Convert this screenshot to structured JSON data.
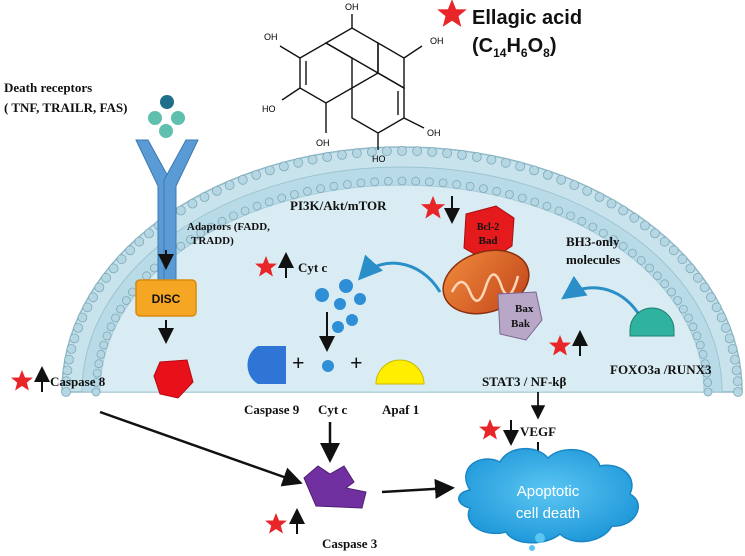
{
  "compound": {
    "name": "Ellagic acid",
    "formula_prefix": "(C",
    "formula_sub1": "14",
    "formula_mid1": "H",
    "formula_sub2": "6",
    "formula_mid2": "O",
    "formula_sub3": "8",
    "formula_suffix": ")",
    "oh": "OH",
    "ho": "HO"
  },
  "extrinsic": {
    "receptors_title": "Death receptors",
    "receptors_list": "( TNF, TRAILR,  FAS)",
    "adaptors_line1": "Adaptors (FADD,",
    "adaptors_line2": "TRADD)",
    "disc": "DISC",
    "caspase8": "Caspase 8"
  },
  "intrinsic": {
    "pi3k": "PI3K/Akt/mTOR",
    "bcl2": "Bcl-2",
    "bad": "Bad",
    "bh3_line1": "BH3-only",
    "bh3_line2": "molecules",
    "bax": "Bax",
    "bak": "Bak",
    "cytc": "Cyt c",
    "foxo": "FOXO3a /RUNX3"
  },
  "apoptosome": {
    "caspase9": "Caspase 9",
    "cytc": "Cyt c",
    "apaf1": "Apaf 1"
  },
  "signaling": {
    "stat3": "STAT3 / NF-kβ",
    "vegf": "VEGF"
  },
  "outcome": {
    "line1": "Apoptotic",
    "line2": "cell death",
    "caspase3": "Caspase 3"
  },
  "colors": {
    "star": "#e8262a",
    "membrane": "#c5e0ea",
    "cytoplasm": "#d9ecf3",
    "receptor": "#5b9bd5",
    "disc_fill": "#f5a623",
    "caspase8": "#e8111a",
    "caspase3": "#7030a0",
    "cloud": "#29a9e8",
    "foxo": "#2fb3a0",
    "apaf1": "#ffee00",
    "caspase9": "#2e75d6",
    "cytc_dot": "#2f8fd6"
  }
}
